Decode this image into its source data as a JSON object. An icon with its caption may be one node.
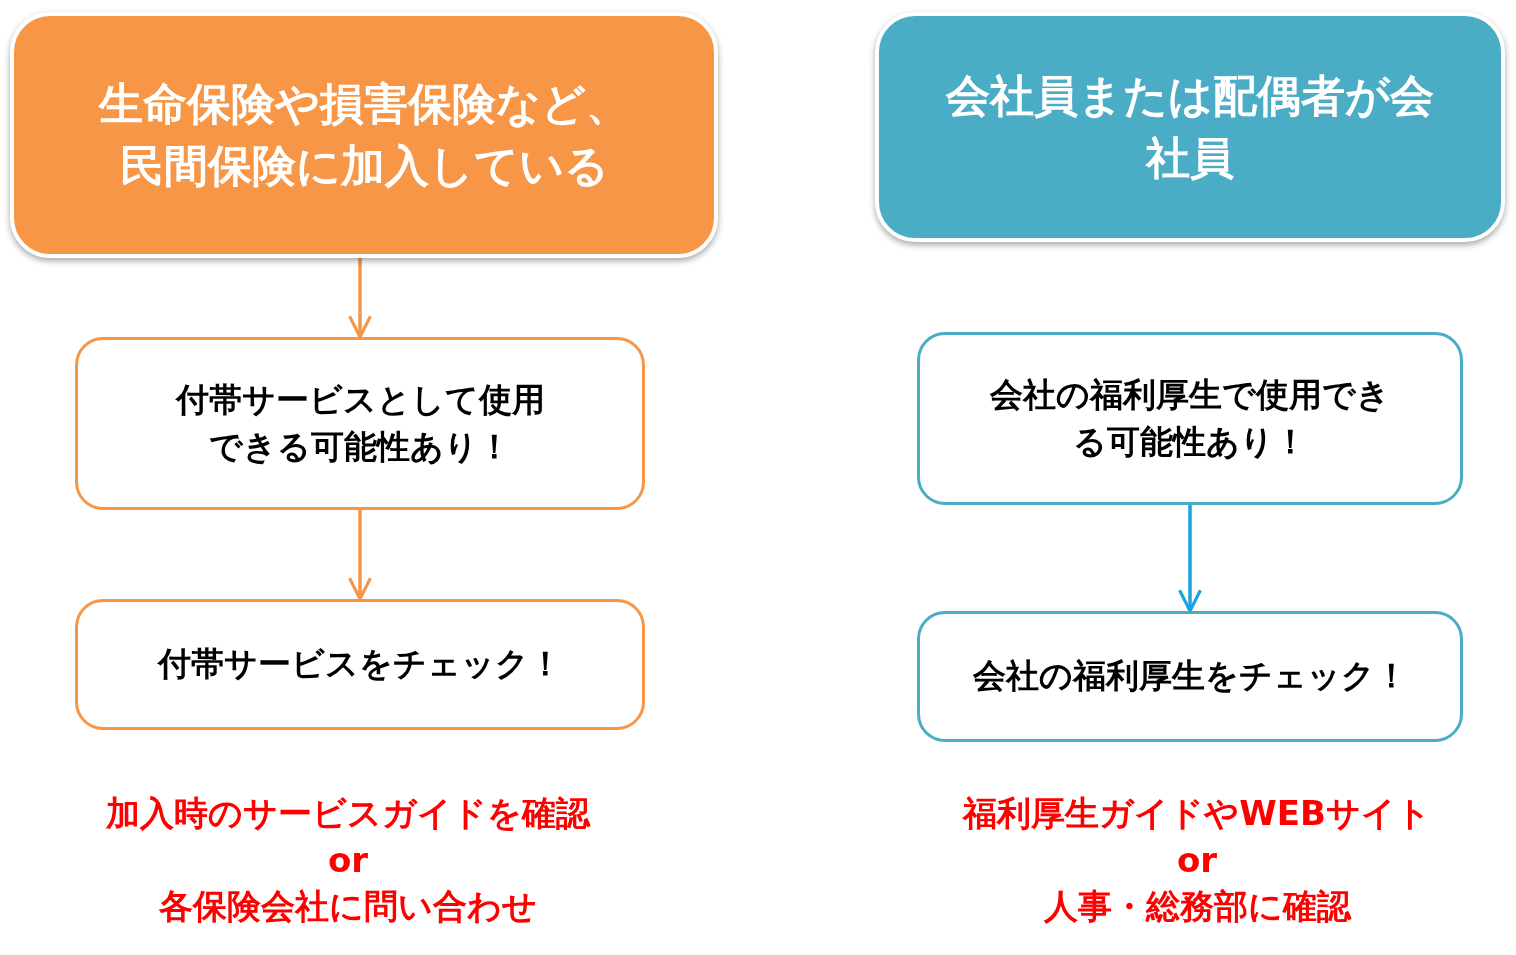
{
  "diagram": {
    "nodes": [
      {
        "text": [
          "生命保険や損害保険など、民間保険に加入している"
        ]
      },
      {
        "text": [
          "付帯サービスとして使用できる可能性あり！"
        ]
      },
      {
        "text": [
          "付帯サービスをチェック！"
        ]
      },
      {
        "text": [
          "会社員または配偶者が会社員"
        ]
      },
      {
        "text": [
          "会社の福利厚生で使用できる可能性あり！"
        ]
      },
      {
        "text": [
          "会社の福利厚生をチェック！"
        ]
      }
    ],
    "edges": [
      {
        "from": 0,
        "to": 1,
        "arrow": "to"
      },
      {
        "from": 1,
        "to": 2,
        "arrow": "to"
      },
      {
        "from": 4,
        "to": 5,
        "arrow": "to",
        "color": "#1aa3e0"
      }
    ],
    "labels": [
      "加入時のサービスガイドを確認",
      "or",
      "各保険会社に問い合わせ",
      "福利厚生ガイドやWEBサイト",
      "or",
      "人事・総務部に確認"
    ]
  }
}
